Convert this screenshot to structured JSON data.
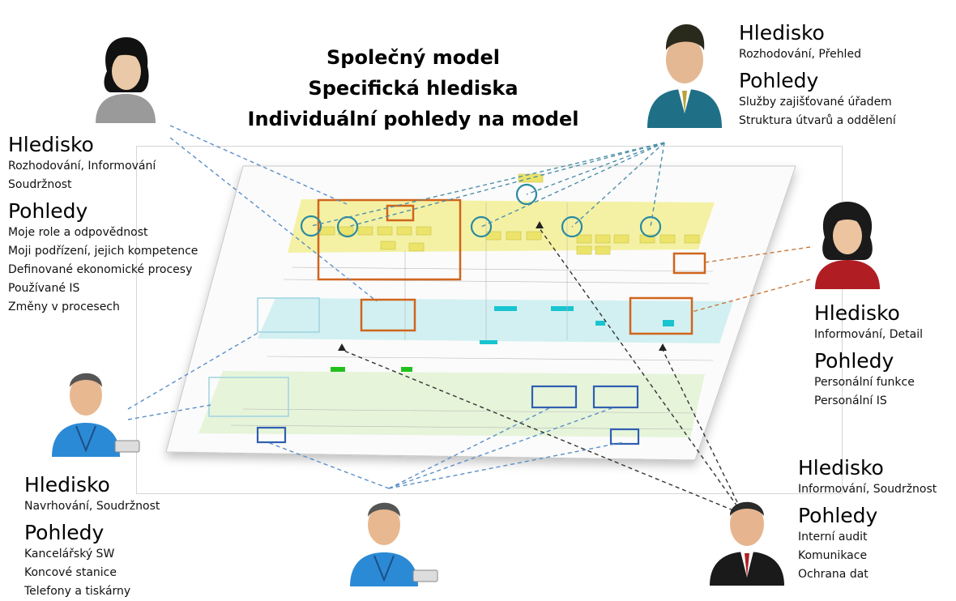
{
  "title_lines": [
    "Společný model",
    "Specifická hlediska",
    "Individuální pohledy na model"
  ],
  "stakeholders": {
    "top_left": {
      "hlediska_label": "Hledisko",
      "hlediska": [
        "Rozhodování, Informování",
        "Soudržnost"
      ],
      "pohledy_label": "Pohledy",
      "pohledy": [
        "Moje role a odpovědnost",
        "Moji podřízení, jejich kompetence",
        "Definované ekonomické procesy",
        "Používané IS",
        "Změny v procesech"
      ]
    },
    "top_right": {
      "hlediska_label": "Hledisko",
      "hlediska": [
        "Rozhodování, Přehled"
      ],
      "pohledy_label": "Pohledy",
      "pohledy": [
        "Služby zajišťované úřadem",
        "Struktura útvarů a oddělení"
      ]
    },
    "right": {
      "hlediska_label": "Hledisko",
      "hlediska": [
        "Informování, Detail"
      ],
      "pohledy_label": "Pohledy",
      "pohledy": [
        "Personální funkce",
        "Personální IS"
      ]
    },
    "bottom_left": {
      "hlediska_label": "Hledisko",
      "hlediska": [
        "Navrhování, Soudržnost"
      ],
      "pohledy_label": "Pohledy",
      "pohledy": [
        "Kancelářský SW",
        "Koncové stanice",
        "Telefony a tiskárny"
      ]
    },
    "bottom_right": {
      "hlediska_label": "Hledisko",
      "hlediska": [
        "Informování, Soudržnost"
      ],
      "pohledy_label": "Pohledy",
      "pohledy": [
        "Interní audit",
        "Komunikace",
        "Ochrana dat"
      ]
    }
  },
  "colors": {
    "yellow_layer": "#f3ef9a",
    "cyan_layer": "#cdeef0",
    "green_layer": "#d8f0c4",
    "orange_highlight": "#d0651c",
    "teal_circle": "#2a8aa0",
    "blue_highlight": "#2f5fb0",
    "connector_blue": "#5a8fc8",
    "connector_orange": "#c9783a",
    "connector_black": "#333333"
  }
}
